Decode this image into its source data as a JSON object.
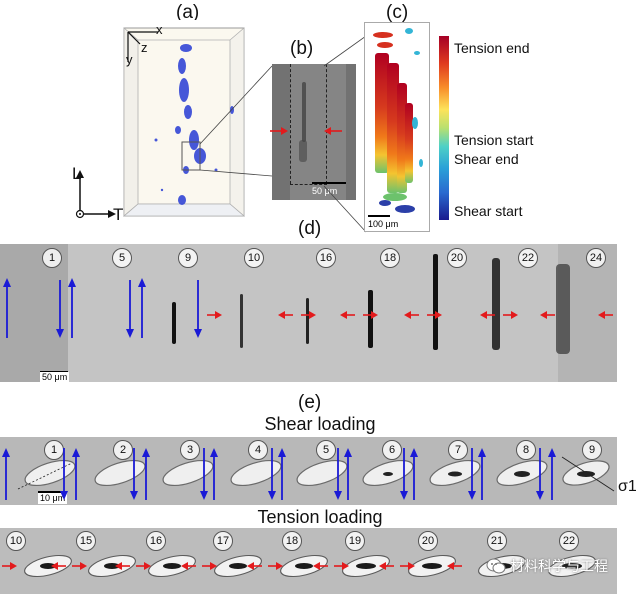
{
  "panels": {
    "a": {
      "label": "(a)",
      "axes": {
        "x": "x",
        "y": "y",
        "z": "z"
      },
      "orient": {
        "L": "L",
        "T": "T"
      }
    },
    "b": {
      "label": "(b)",
      "scalebar": "50 μm"
    },
    "c": {
      "label": "(c)",
      "scalebar": "100 μm",
      "colorbar": [
        "Tension end",
        "Tension start",
        "Shear end",
        "Shear start"
      ],
      "colors": {
        "top": "#a50026",
        "mid": "#1fb7c9",
        "bottom": "#1a1a8e"
      }
    },
    "d": {
      "label": "(d)",
      "scalebar": "50 μm",
      "frames": [
        "1",
        "5",
        "9",
        "10",
        "16",
        "18",
        "20",
        "22",
        "24"
      ]
    },
    "e": {
      "label": "(e)",
      "shear_title": "Shear loading",
      "shear_frames": [
        "1",
        "2",
        "3",
        "4",
        "5",
        "6",
        "7",
        "8",
        "9"
      ],
      "shear_scalebar": "10 μm",
      "sigma": "σ1",
      "tension_title": "Tension loading",
      "tension_frames": [
        "10",
        "15",
        "16",
        "17",
        "18",
        "19",
        "20",
        "21",
        "22"
      ]
    }
  },
  "watermark": "材料科学与工程",
  "arrow_colors": {
    "shear": "#1a1ad6",
    "tension": "#e31a1c"
  }
}
